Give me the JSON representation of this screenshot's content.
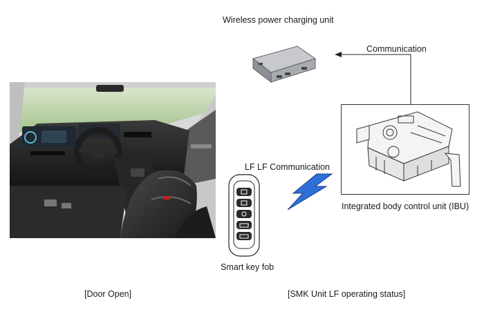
{
  "labels": {
    "wireless_unit": "Wireless power charging unit",
    "communication": "Communication",
    "lf_communication": "LF LF Communication",
    "ibu": "Integrated body control unit (IBU)",
    "smart_key": "Smart key fob",
    "door_open": "[Door Open]",
    "smk_status": "[SMK Unit LF operating status]"
  },
  "icons": {
    "interior": "car-interior-photo",
    "charger": "wireless-charger-module",
    "ibu": "ibu-module",
    "fob": "smart-key-fob",
    "signal": "lightning-bolt-signal"
  },
  "colors": {
    "bolt": "#2f6fd8",
    "windshield": "#b9cfa2",
    "line": "#222222"
  }
}
